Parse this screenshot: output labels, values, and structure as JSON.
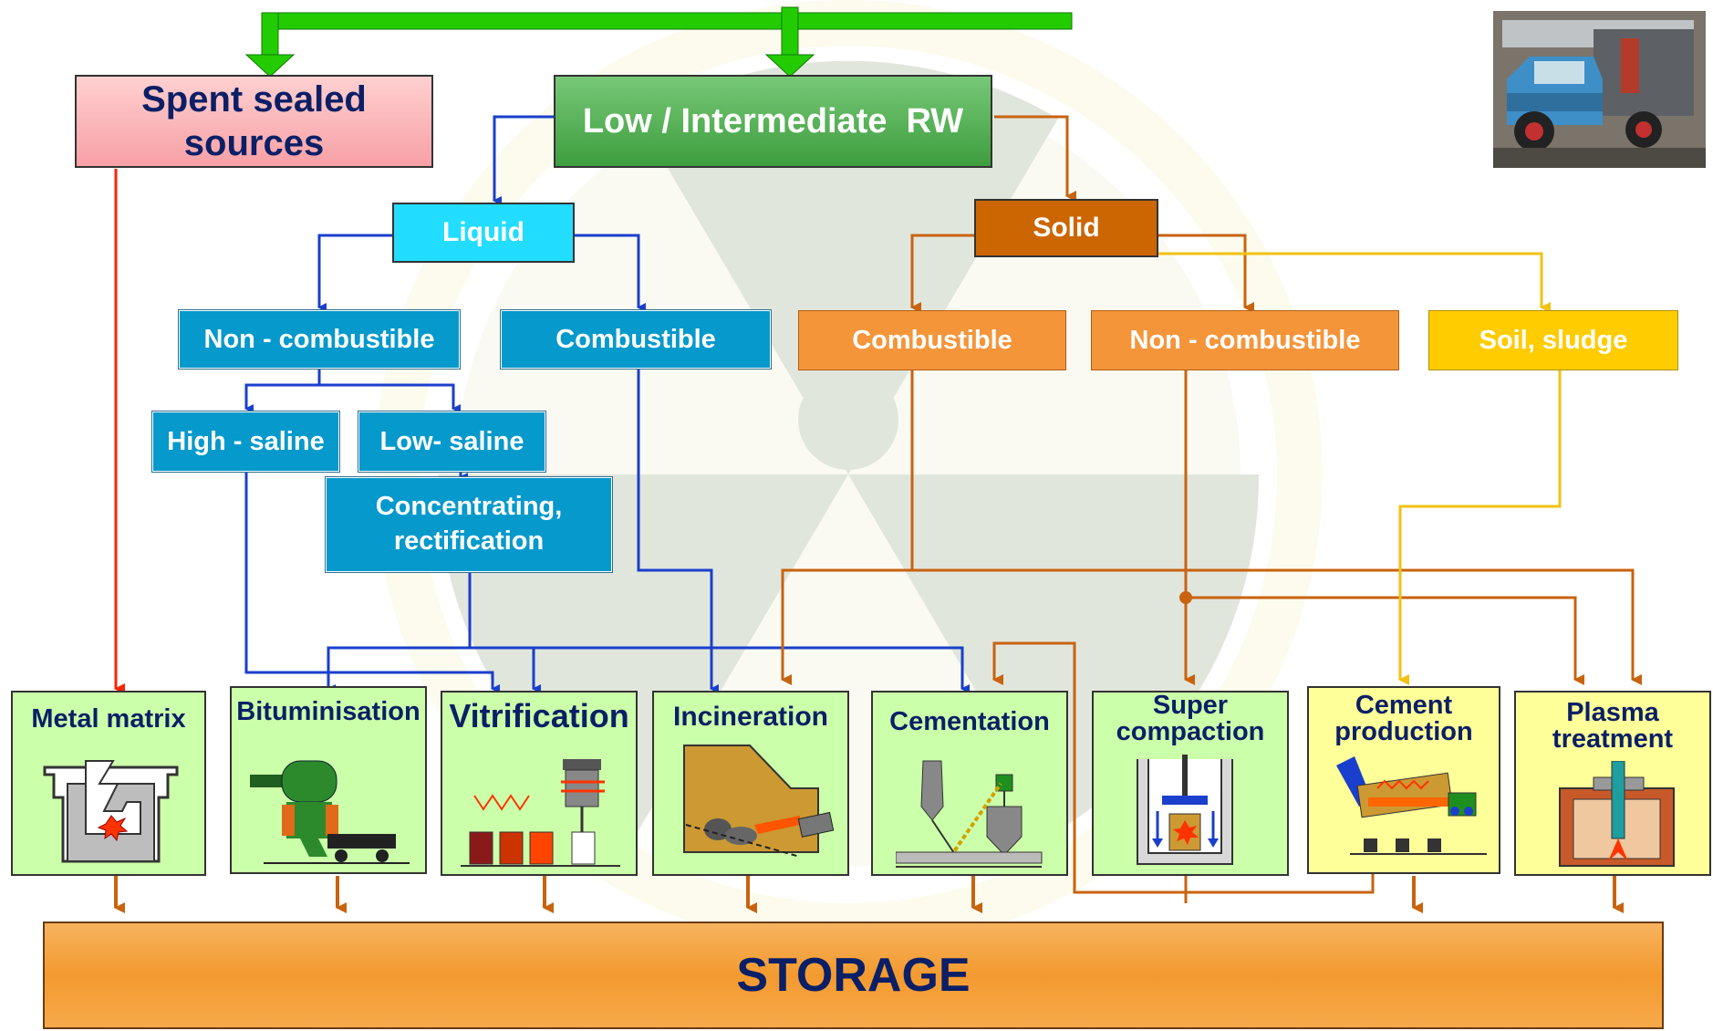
{
  "colors": {
    "blue_line": "#1a3fcc",
    "orange_line": "#c8630f",
    "yellow_line": "#f2c214",
    "red_line": "#ff2200",
    "green_arrow": "#22cc00"
  },
  "top": {
    "spent_sealed_sources": "Spent sealed sources",
    "low_intermediate": "Low / Intermediate  RW"
  },
  "liquid": {
    "label": "Liquid",
    "non_combustible": "Non - combustible",
    "combustible": "Combustible",
    "high_saline": "High - saline",
    "low_saline": "Low- saline",
    "concentrating": "Concentrating, rectification"
  },
  "solid": {
    "label": "Solid",
    "combustible": "Combustible",
    "non_combustible": "Non - combustible",
    "soil_sludge": "Soil, sludge"
  },
  "processes": [
    {
      "label": "Metal matrix",
      "icon": "metal-matrix-icon"
    },
    {
      "label": "Bituminisation",
      "icon": "bituminisation-icon"
    },
    {
      "label": "Vitrification",
      "icon": "vitrification-icon"
    },
    {
      "label": "Incineration",
      "icon": "incineration-icon"
    },
    {
      "label": "Cementation",
      "icon": "cementation-icon"
    },
    {
      "label": "Super compaction",
      "icon": "supercompaction-icon"
    },
    {
      "label": "Cement production",
      "icon": "cement-production-icon"
    },
    {
      "label": "Plasma treatment",
      "icon": "plasma-treatment-icon"
    }
  ],
  "storage": "STORAGE",
  "photo": "truck-photo"
}
